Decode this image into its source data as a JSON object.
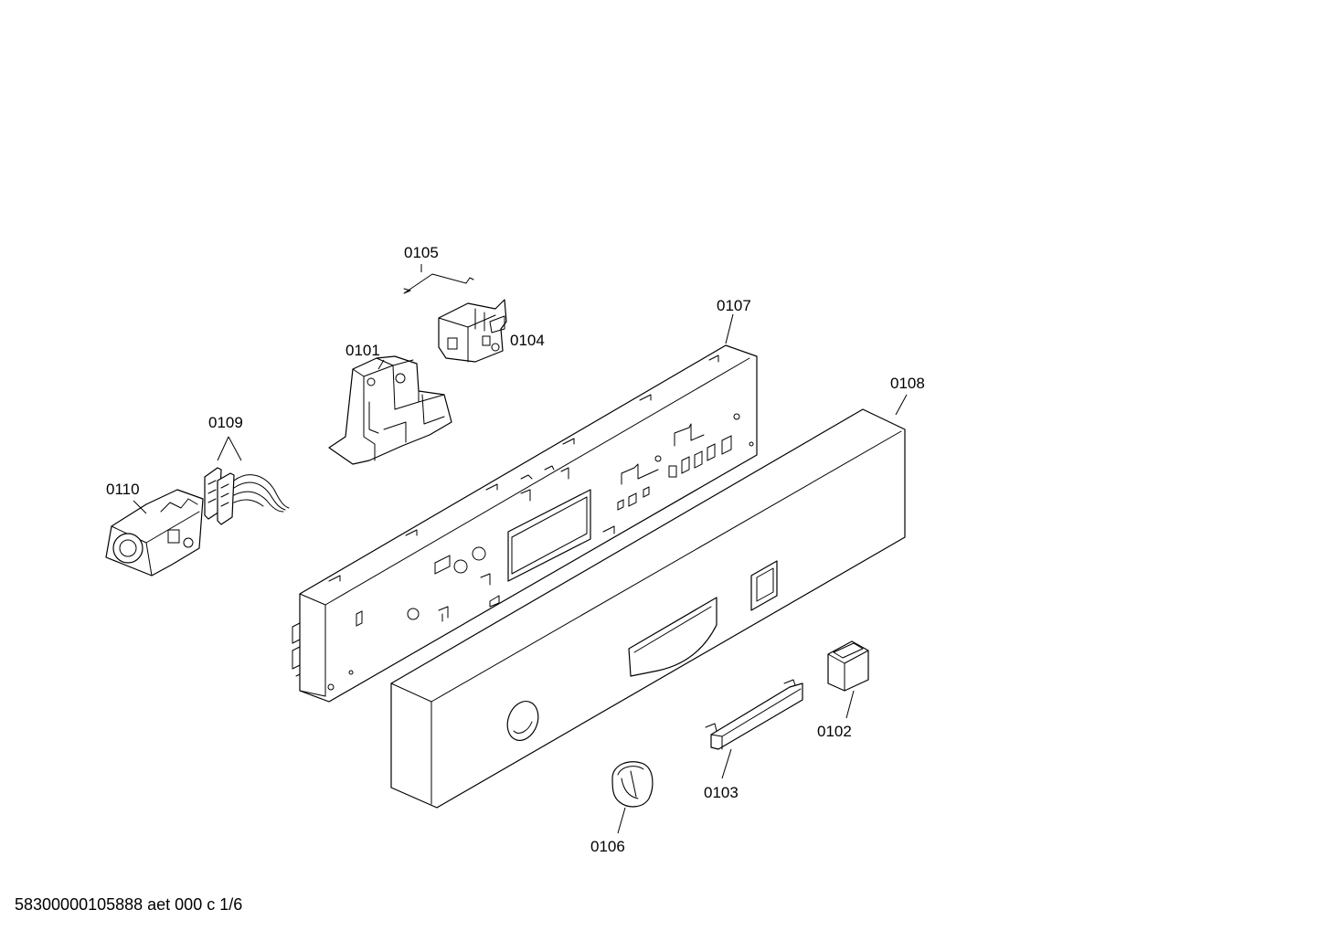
{
  "diagram": {
    "parts": {
      "p0101": "0101",
      "p0102": "0102",
      "p0103": "0103",
      "p0104": "0104",
      "p0105": "0105",
      "p0106": "0106",
      "p0107": "0107",
      "p0108": "0108",
      "p0109": "0109",
      "p0110": "0110"
    },
    "footer": "58300000105888 aet 000 c 1/6"
  }
}
